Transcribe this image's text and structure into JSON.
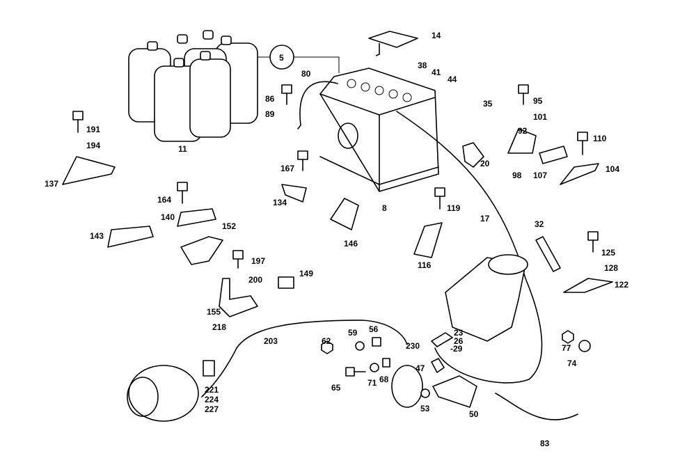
{
  "labels": {
    "p14": "14",
    "p5": "5",
    "p80": "80",
    "p38": "38",
    "p41": "41",
    "p44": "44",
    "p86": "86",
    "p89": "89",
    "p35": "35",
    "p95": "95",
    "p101": "101",
    "p191": "191",
    "p194": "194",
    "p11": "11",
    "p92": "92",
    "p110": "110",
    "p20": "20",
    "p167": "167",
    "p98": "98",
    "p107": "107",
    "p104": "104",
    "p137": "137",
    "p134": "134",
    "p8": "8",
    "p119": "119",
    "p164": "164",
    "p140": "140",
    "p152": "152",
    "p17": "17",
    "p32": "32",
    "p143": "143",
    "p146": "146",
    "p116": "116",
    "p125": "125",
    "p128": "128",
    "p197": "197",
    "p149": "149",
    "p200": "200",
    "p122": "122",
    "p155": "155",
    "p218": "218",
    "p203": "203",
    "p62": "62",
    "p59": "59",
    "p56": "56",
    "p230": "230",
    "p23": "23",
    "p26": "26",
    "p29": "-29",
    "p77": "77",
    "p74": "74",
    "p47": "47",
    "p65": "65",
    "p71": "71",
    "p68": "68",
    "p53": "53",
    "p50": "50",
    "p221": "221",
    "p224": "224",
    "p227": "227",
    "p83": "83"
  }
}
